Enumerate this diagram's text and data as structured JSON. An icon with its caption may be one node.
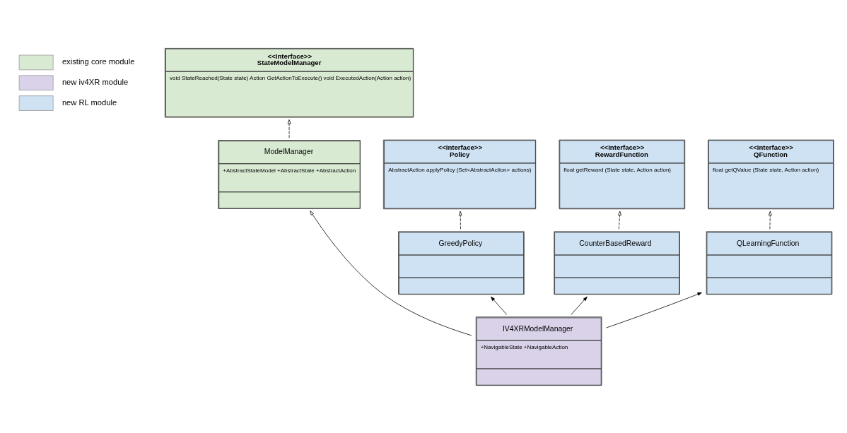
{
  "diagram": {
    "nodes": [
      {
        "text": [
          "<<Interface>>",
          "StateModelManager",
          "void StateReached(State state) Action GetActionToExecute() void ExecutedAction(Action action)"
        ]
      },
      {
        "text": [
          "<<Interface>>",
          "Policy",
          "AbstractAction applyPolicy (Set<AbstractAction> actions)"
        ]
      },
      {
        "text": [
          "<<Interface>>",
          "RewardFunction",
          "float getReward (State state, Action action)"
        ]
      },
      {
        "text": [
          "<<Interface>>",
          "QFunction",
          "float getQValue (State state, Action action)"
        ]
      },
      {
        "text": [
          "ModelManager",
          "+AbstractStateModel +AbstractState +AbstractAction"
        ]
      },
      {
        "text": [
          "GreedyPolicy"
        ]
      },
      {
        "text": [
          "CounterBasedReward"
        ]
      },
      {
        "text": [
          "QLearningFunction"
        ]
      },
      {
        "text": [
          "IV4XRModelManager",
          "+NavigableState +NavigableAction"
        ]
      }
    ],
    "edges": [
      {
        "from": 4,
        "to": 0,
        "arrow": "to",
        "style": "dashed"
      },
      {
        "from": 5,
        "to": 1,
        "arrow": "to",
        "style": "dashed"
      },
      {
        "from": 6,
        "to": 2,
        "arrow": "to",
        "style": "dashed"
      },
      {
        "from": 7,
        "to": 3,
        "arrow": "to",
        "style": "dashed"
      },
      {
        "from": 8,
        "to": 4,
        "arrow": "to"
      },
      {
        "from": 8,
        "to": 7,
        "arrow": "to"
      },
      {
        "from": 8,
        "to": 6,
        "arrow": "to"
      },
      {
        "from": 8,
        "to": 5,
        "arrow": "to"
      }
    ],
    "legend": [
      {
        "text": "existing core module",
        "color": "#d9ead3"
      },
      {
        "text": "new iv4XR module",
        "color": "#d9d2e9"
      },
      {
        "text": "new RL module",
        "color": "#cfe2f3"
      }
    ]
  }
}
